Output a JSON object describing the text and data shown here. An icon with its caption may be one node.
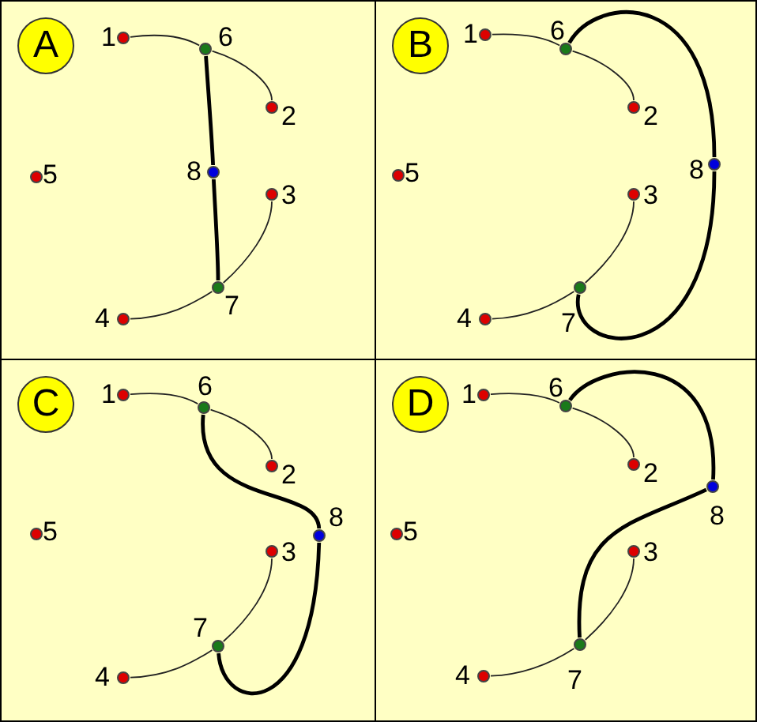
{
  "diagram": {
    "nodes": [
      {
        "text": [],
        "shape": "box"
      },
      {
        "text": [
          "A"
        ],
        "in": 0
      },
      {
        "text": [],
        "shape": "circle",
        "beside": [
          "1"
        ],
        "in": 0
      },
      {
        "text": [],
        "shape": "circle",
        "beside": [
          "2"
        ],
        "in": 0
      },
      {
        "text": [],
        "shape": "circle",
        "beside": [
          "3"
        ],
        "in": 0
      },
      {
        "text": [],
        "shape": "circle",
        "beside": [
          "4"
        ],
        "in": 0
      },
      {
        "text": [],
        "shape": "circle",
        "beside": [
          "5"
        ],
        "in": 0
      },
      {
        "text": [],
        "shape": "circle",
        "beside": [
          "6"
        ],
        "in": 0
      },
      {
        "text": [],
        "shape": "circle",
        "beside": [
          "7"
        ],
        "in": 0
      },
      {
        "text": [],
        "shape": "circle",
        "beside": [
          "8"
        ],
        "in": 0
      },
      {
        "text": [],
        "shape": "box"
      },
      {
        "text": [
          "B"
        ],
        "in": 10
      },
      {
        "text": [],
        "shape": "circle",
        "beside": [
          "1"
        ],
        "in": 10
      },
      {
        "text": [],
        "shape": "circle",
        "beside": [
          "2"
        ],
        "in": 10
      },
      {
        "text": [],
        "shape": "circle",
        "beside": [
          "3"
        ],
        "in": 10
      },
      {
        "text": [],
        "shape": "circle",
        "beside": [
          "4"
        ],
        "in": 10
      },
      {
        "text": [],
        "shape": "circle",
        "beside": [
          "5"
        ],
        "in": 10
      },
      {
        "text": [],
        "shape": "circle",
        "beside": [
          "6"
        ],
        "in": 10
      },
      {
        "text": [],
        "shape": "circle",
        "beside": [
          "7"
        ],
        "in": 10
      },
      {
        "text": [],
        "shape": "circle",
        "beside": [
          "8"
        ],
        "in": 10
      },
      {
        "text": [],
        "shape": "box"
      },
      {
        "text": [
          "C"
        ],
        "in": 20
      },
      {
        "text": [],
        "shape": "circle",
        "beside": [
          "1"
        ],
        "in": 20
      },
      {
        "text": [],
        "shape": "circle",
        "beside": [
          "2"
        ],
        "in": 20
      },
      {
        "text": [],
        "shape": "circle",
        "beside": [
          "3"
        ],
        "in": 20
      },
      {
        "text": [],
        "shape": "circle",
        "beside": [
          "4"
        ],
        "in": 20
      },
      {
        "text": [],
        "shape": "circle",
        "beside": [
          "5"
        ],
        "in": 20
      },
      {
        "text": [],
        "shape": "circle",
        "beside": [
          "6"
        ],
        "in": 20
      },
      {
        "text": [],
        "shape": "circle",
        "beside": [
          "7"
        ],
        "in": 20
      },
      {
        "text": [],
        "shape": "circle",
        "beside": [
          "8"
        ],
        "in": 20
      },
      {
        "text": [],
        "shape": "box"
      },
      {
        "text": [
          "D"
        ],
        "in": 30
      },
      {
        "text": [],
        "shape": "circle",
        "beside": [
          "1"
        ],
        "in": 30
      },
      {
        "text": [],
        "shape": "circle",
        "beside": [
          "2"
        ],
        "in": 30
      },
      {
        "text": [],
        "shape": "circle",
        "beside": [
          "3"
        ],
        "in": 30
      },
      {
        "text": [],
        "shape": "circle",
        "beside": [
          "4"
        ],
        "in": 30
      },
      {
        "text": [],
        "shape": "circle",
        "beside": [
          "5"
        ],
        "in": 30
      },
      {
        "text": [],
        "shape": "circle",
        "beside": [
          "6"
        ],
        "in": 30
      },
      {
        "text": [],
        "shape": "circle",
        "beside": [
          "7"
        ],
        "in": 30
      },
      {
        "text": [],
        "shape": "circle",
        "beside": [
          "8"
        ],
        "in": 30
      }
    ],
    "edges": [
      {
        "from": 2,
        "to": 7,
        "arrow": "none"
      },
      {
        "from": 7,
        "to": 3,
        "arrow": "none"
      },
      {
        "from": 5,
        "to": 8,
        "arrow": "none"
      },
      {
        "from": 8,
        "to": 4,
        "arrow": "none"
      },
      {
        "from": 7,
        "to": 9,
        "arrow": "none",
        "style": "thick"
      },
      {
        "from": 9,
        "to": 8,
        "arrow": "none",
        "style": "thick"
      },
      {
        "from": 12,
        "to": 17,
        "arrow": "none"
      },
      {
        "from": 17,
        "to": 13,
        "arrow": "none"
      },
      {
        "from": 15,
        "to": 18,
        "arrow": "none"
      },
      {
        "from": 18,
        "to": 14,
        "arrow": "none"
      },
      {
        "from": 17,
        "to": 19,
        "arrow": "none",
        "style": "thick"
      },
      {
        "from": 19,
        "to": 18,
        "arrow": "none",
        "style": "thick"
      },
      {
        "from": 22,
        "to": 27,
        "arrow": "none"
      },
      {
        "from": 27,
        "to": 23,
        "arrow": "none"
      },
      {
        "from": 25,
        "to": 28,
        "arrow": "none"
      },
      {
        "from": 28,
        "to": 24,
        "arrow": "none"
      },
      {
        "from": 27,
        "to": 29,
        "arrow": "none",
        "style": "thick"
      },
      {
        "from": 29,
        "to": 28,
        "arrow": "none",
        "style": "thick"
      },
      {
        "from": 32,
        "to": 37,
        "arrow": "none"
      },
      {
        "from": 37,
        "to": 33,
        "arrow": "none"
      },
      {
        "from": 35,
        "to": 38,
        "arrow": "none"
      },
      {
        "from": 38,
        "to": 34,
        "arrow": "none"
      },
      {
        "from": 37,
        "to": 39,
        "arrow": "none",
        "style": "thick"
      },
      {
        "from": 39,
        "to": 38,
        "arrow": "none",
        "style": "thick"
      }
    ]
  }
}
